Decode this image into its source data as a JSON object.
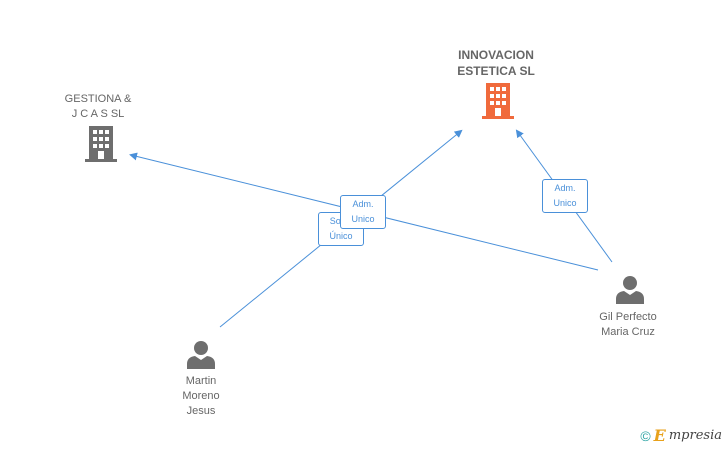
{
  "nodes": {
    "innovacion": {
      "label": "INNOVACION\nESTETICA SL",
      "color": "#f06a3c",
      "icon": "building-icon"
    },
    "gestiona": {
      "label": "GESTIONA &\nJ C A S SL",
      "color": "#6e6e6e",
      "icon": "building-icon"
    },
    "gil": {
      "label": "Gil Perfecto\nMaria Cruz",
      "color": "#6e6e6e",
      "icon": "person-icon"
    },
    "martin": {
      "label": "Martin\nMoreno\nJesus",
      "color": "#6e6e6e",
      "icon": "person-icon"
    }
  },
  "edges": {
    "adm_unico_1": "Adm.\nUnico",
    "socio_unico": "Socio\nÚnico",
    "adm_unico_2": "Adm.\nUnico"
  },
  "edge_color": "#4a90d9",
  "brand": {
    "copyright": "©",
    "initial": "E",
    "rest": "mpresia"
  }
}
